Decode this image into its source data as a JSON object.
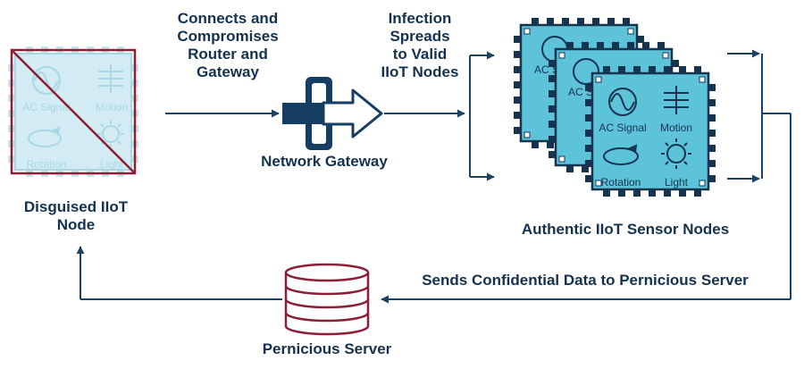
{
  "colors": {
    "navy": "#1b4266",
    "text": "#14324f",
    "chip_fill": "#5cc3d8",
    "chip_edge": "#16344f",
    "faded_fill": "#cfeaf2",
    "faded_edge": "#9dd1e0",
    "server_red": "#8a1f35",
    "gateway_blue": "#163d63"
  },
  "nodes": {
    "disguised": {
      "label_lines": [
        "Disguised IIoT",
        "Node"
      ]
    },
    "gateway": {
      "label": "Network Gateway"
    },
    "authentic": {
      "label": "Authentic IIoT Sensor Nodes"
    },
    "server": {
      "label": "Pernicious Server"
    }
  },
  "chip": {
    "ac_signal": "AC Signal",
    "motion": "Motion",
    "rotation": "Rotation",
    "light": "Light",
    "faded_ac_signal": "AC Signal",
    "faded_motion": "Motion",
    "faded_rotation": "Rotation",
    "faded_light": "Light",
    "icons": [
      "sine-wave-icon",
      "motion-icon",
      "rotation-icon",
      "sun-icon"
    ]
  },
  "edges": {
    "compromise": {
      "lines": [
        "Connects and",
        "Compromises",
        "Router and",
        "Gateway"
      ]
    },
    "spread": {
      "lines": [
        "Infection",
        "Spreads",
        "to Valid",
        "IIoT Nodes"
      ]
    },
    "exfiltrate": {
      "label": "Sends Confidential Data to Pernicious Server"
    }
  }
}
